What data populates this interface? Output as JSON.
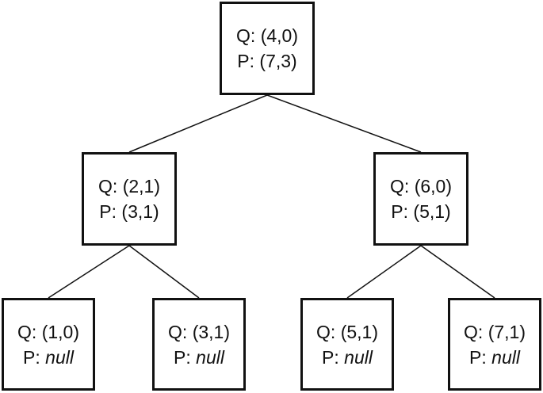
{
  "nodes": {
    "root": {
      "q_prefix": "Q: ",
      "q": "(4,0)",
      "p_prefix": "P: ",
      "p": "(7,3)"
    },
    "left": {
      "q_prefix": "Q: ",
      "q": "(2,1)",
      "p_prefix": "P: ",
      "p": "(3,1)"
    },
    "right": {
      "q_prefix": "Q: ",
      "q": "(6,0)",
      "p_prefix": "P: ",
      "p": "(5,1)"
    },
    "left_left": {
      "q_prefix": "Q: ",
      "q": "(1,0)",
      "p_prefix": "P: ",
      "p": "null"
    },
    "left_right": {
      "q_prefix": "Q: ",
      "q": "(3,1)",
      "p_prefix": "P: ",
      "p": "null"
    },
    "right_left": {
      "q_prefix": "Q: ",
      "q": "(5,1)",
      "p_prefix": "P: ",
      "p": "null"
    },
    "right_right": {
      "q_prefix": "Q: ",
      "q": "(7,1)",
      "p_prefix": "P: ",
      "p": "null"
    }
  }
}
